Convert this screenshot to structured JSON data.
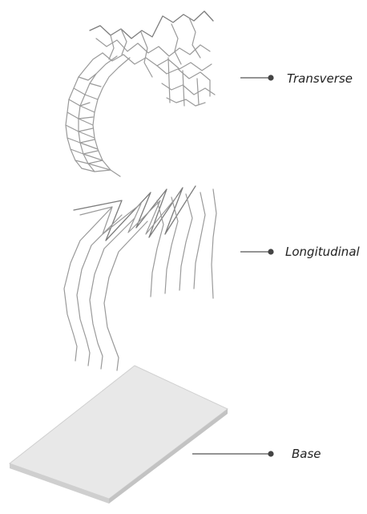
{
  "labels": {
    "transverse": "Transverse",
    "longitudinal": "Longitudinal",
    "base": "Base"
  },
  "colors": {
    "wire": "#9a9a9a",
    "leader": "#555555",
    "base_top": "#e6e6e6",
    "base_edge": "#cfcfcf"
  }
}
